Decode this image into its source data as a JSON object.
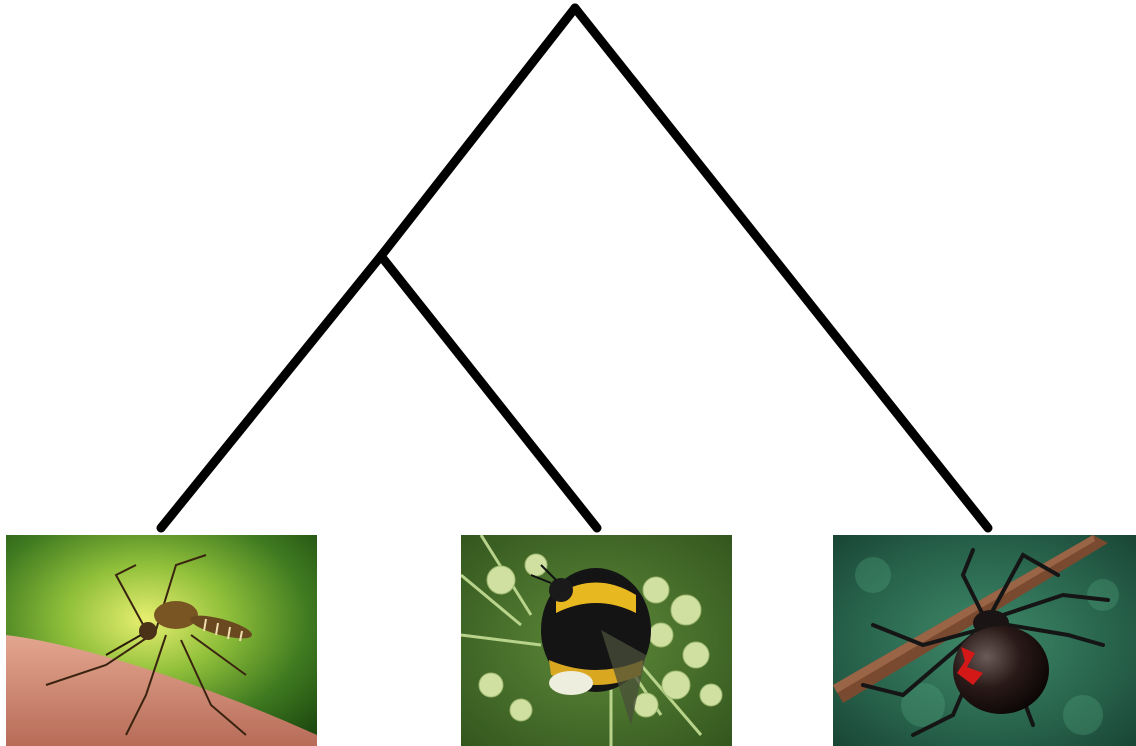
{
  "diagram": {
    "type": "phylogenetic-tree",
    "line_color": "#000000",
    "background": "#ffffff",
    "tree": {
      "root": [
        "inner_clade",
        "black-widow-spider"
      ],
      "inner_clade": [
        "mosquito",
        "bumblebee"
      ]
    },
    "leaves": [
      {
        "id": "mosquito",
        "image": "mosquito-photo"
      },
      {
        "id": "bumblebee",
        "image": "bumblebee-photo"
      },
      {
        "id": "black-widow-spider",
        "image": "black-widow-spider-photo"
      }
    ]
  }
}
